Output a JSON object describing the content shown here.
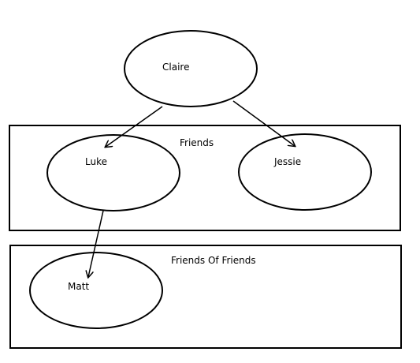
{
  "groups": {
    "friends": {
      "title": "Friends"
    },
    "friends_of_friends": {
      "title": "Friends Of Friends"
    }
  },
  "nodes": {
    "claire": {
      "label": "Claire"
    },
    "luke": {
      "label": "Luke"
    },
    "jessie": {
      "label": "Jessie"
    },
    "matt": {
      "label": "Matt"
    }
  },
  "edges": [
    {
      "from": "Claire",
      "to": "Luke"
    },
    {
      "from": "Claire",
      "to": "Jessie"
    },
    {
      "from": "Luke",
      "to": "Matt"
    }
  ],
  "colors": {
    "stroke": "#000000",
    "fill": "#ffffff",
    "text": "#000000"
  }
}
